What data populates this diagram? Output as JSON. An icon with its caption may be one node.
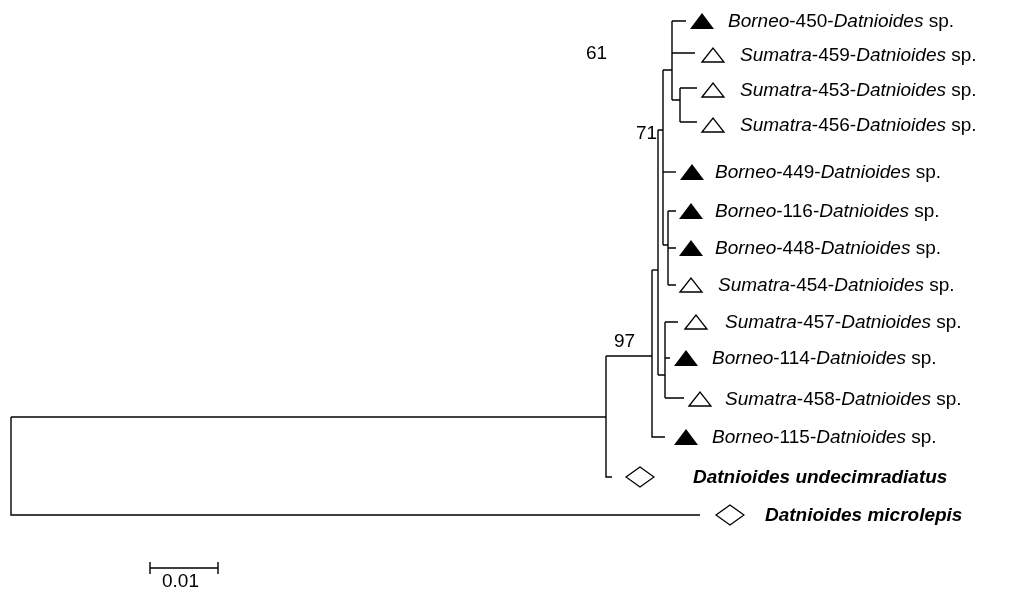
{
  "diagram": {
    "labels": [
      "*Borneo*-450-*Datnioides* sp.",
      "61",
      "*Sumatra*-459-*Datnioides* sp.",
      "*Sumatra*-453-*Datnioides* sp.",
      "71",
      "*Sumatra*-456-*Datnioides* sp.",
      "*Borneo*-449-*Datnioides* sp.",
      "*Borneo*-116-*Datnioides* sp.",
      "*Borneo*-448-*Datnioides* sp.",
      "*Sumatra*-454-*Datnioides* sp.",
      "*Sumatra*-457-*Datnioides* sp.",
      "97",
      "*Borneo*-114-*Datnioides* sp.",
      "*Sumatra*-458-*Datnioides* sp.",
      "*Borneo*-115-*Datnioides* sp.",
      "Datnioides undecimradiatus",
      "Datnioides microlepis",
      "0.01"
    ]
  }
}
